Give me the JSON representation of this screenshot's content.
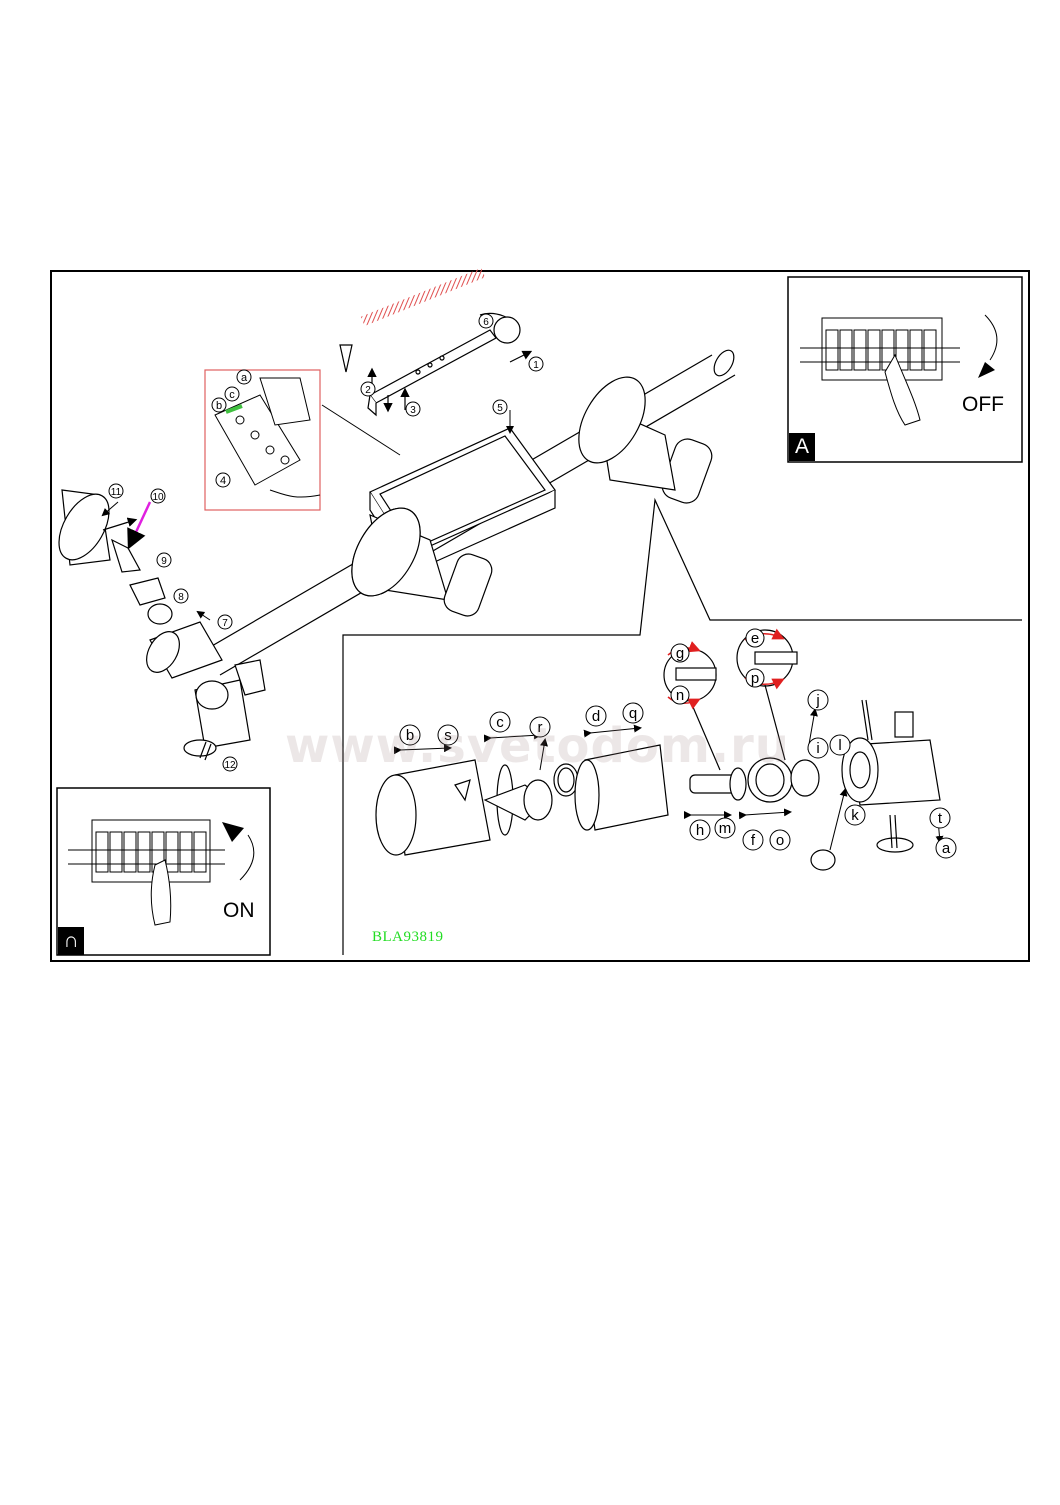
{
  "diagram": {
    "code_label": "BLA93819",
    "watermark": "www.svetodom.ru",
    "panel_a": {
      "letter": "A",
      "caption": "OFF"
    },
    "panel_c": {
      "letter": "∩",
      "caption": "ON"
    },
    "step_numbers": [
      "1",
      "2",
      "3",
      "4",
      "5",
      "6",
      "7",
      "8",
      "9",
      "10",
      "11",
      "12"
    ],
    "part_letters": [
      "a",
      "b",
      "c",
      "d",
      "e",
      "f",
      "g",
      "h",
      "i",
      "j",
      "k",
      "l",
      "m",
      "n",
      "o",
      "p",
      "q",
      "r",
      "s",
      "t"
    ],
    "colors": {
      "line": "#000000",
      "accent_pink": "#e020e0",
      "hatch_red": "#e05050",
      "highlight_green": "#40c040",
      "frame_red": "#e06060",
      "code_green": "#22dd22"
    }
  }
}
